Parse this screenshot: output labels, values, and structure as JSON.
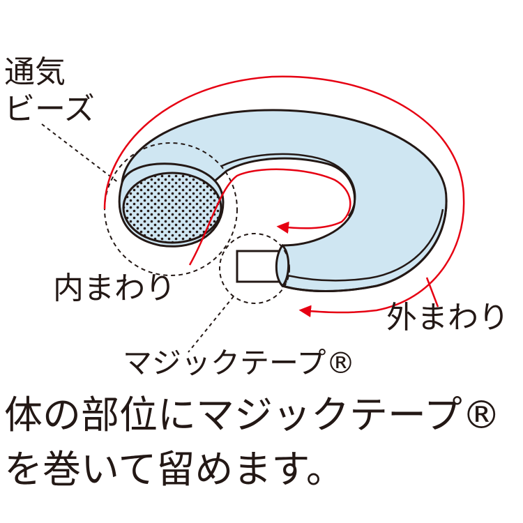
{
  "labels": {
    "breathable_beads_line1": "通気",
    "breathable_beads_line2": "ビーズ",
    "inner_circumference": "内まわり",
    "outer_circumference": "外まわり",
    "hook_and_loop_tape": "マジックテープ®"
  },
  "caption": {
    "line1": "体の部位にマジックテープ®",
    "line2": "を巻いて留めます。"
  },
  "colors": {
    "pillow_fill": "#cfe6f2",
    "outline": "#231815",
    "arrow": "#e60012",
    "dots": "#231815"
  }
}
